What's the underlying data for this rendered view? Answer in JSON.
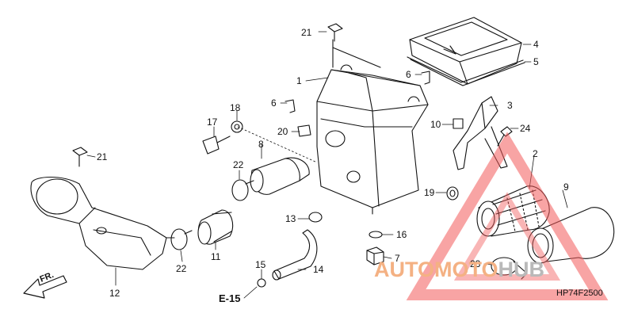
{
  "diagram": {
    "part_number_labels": [
      {
        "id": "21a",
        "text": "21"
      },
      {
        "id": "1",
        "text": "1"
      },
      {
        "id": "4",
        "text": "4"
      },
      {
        "id": "5",
        "text": "5"
      },
      {
        "id": "6a",
        "text": "6"
      },
      {
        "id": "6b",
        "text": "6"
      },
      {
        "id": "3",
        "text": "3"
      },
      {
        "id": "18",
        "text": "18"
      },
      {
        "id": "17",
        "text": "17"
      },
      {
        "id": "20",
        "text": "20"
      },
      {
        "id": "10",
        "text": "10"
      },
      {
        "id": "24",
        "text": "24"
      },
      {
        "id": "8",
        "text": "8"
      },
      {
        "id": "21b",
        "text": "21"
      },
      {
        "id": "22a",
        "text": "22"
      },
      {
        "id": "2",
        "text": "2"
      },
      {
        "id": "19",
        "text": "19"
      },
      {
        "id": "9",
        "text": "9"
      },
      {
        "id": "13",
        "text": "13"
      },
      {
        "id": "16",
        "text": "16"
      },
      {
        "id": "11",
        "text": "11"
      },
      {
        "id": "22b",
        "text": "22"
      },
      {
        "id": "7",
        "text": "7"
      },
      {
        "id": "23",
        "text": "23"
      },
      {
        "id": "15",
        "text": "15"
      },
      {
        "id": "14",
        "text": "14"
      },
      {
        "id": "12",
        "text": "12"
      }
    ],
    "reference": "E-15",
    "direction_label": "FR.",
    "diagram_code": "HP74F2500"
  },
  "watermark": {
    "text_orange": "AUTOMOTO",
    "text_gray": "HUB",
    "orange_color": "#f4b183",
    "gray_color": "#b9b9b9",
    "triangle_color": "#f25a5a"
  }
}
